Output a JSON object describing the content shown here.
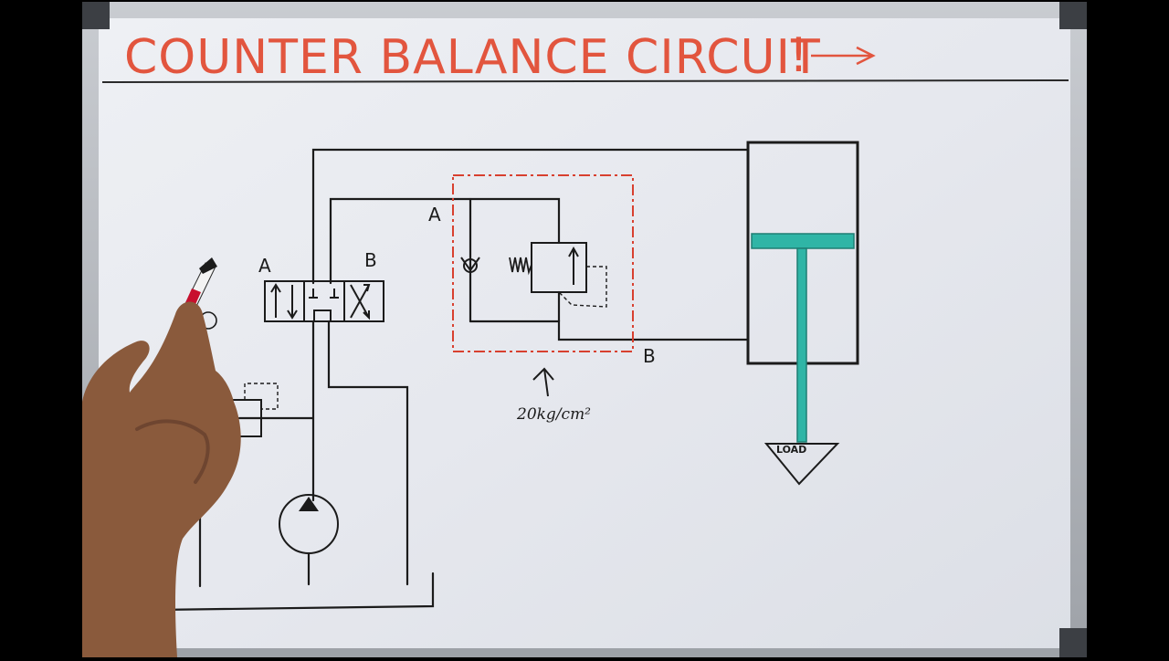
{
  "board": {
    "title": "COUNTER BALANCE CIRCUIT",
    "title_mark": "!",
    "title_color": "#e2553e",
    "ink_color": "#1b1b1b",
    "red_dash_color": "#d8402f",
    "teal_color": "#2fb5a6"
  },
  "diagram": {
    "dcv_port_a": "A",
    "dcv_port_b": "B",
    "valve_port_a": "A",
    "valve_port_b": "B",
    "pressure_note": "20kg/cm²",
    "load_label": "LOAD"
  },
  "scene": {
    "marker_brand_color": "#c8102e",
    "skin_color": "#8a5a3c"
  }
}
